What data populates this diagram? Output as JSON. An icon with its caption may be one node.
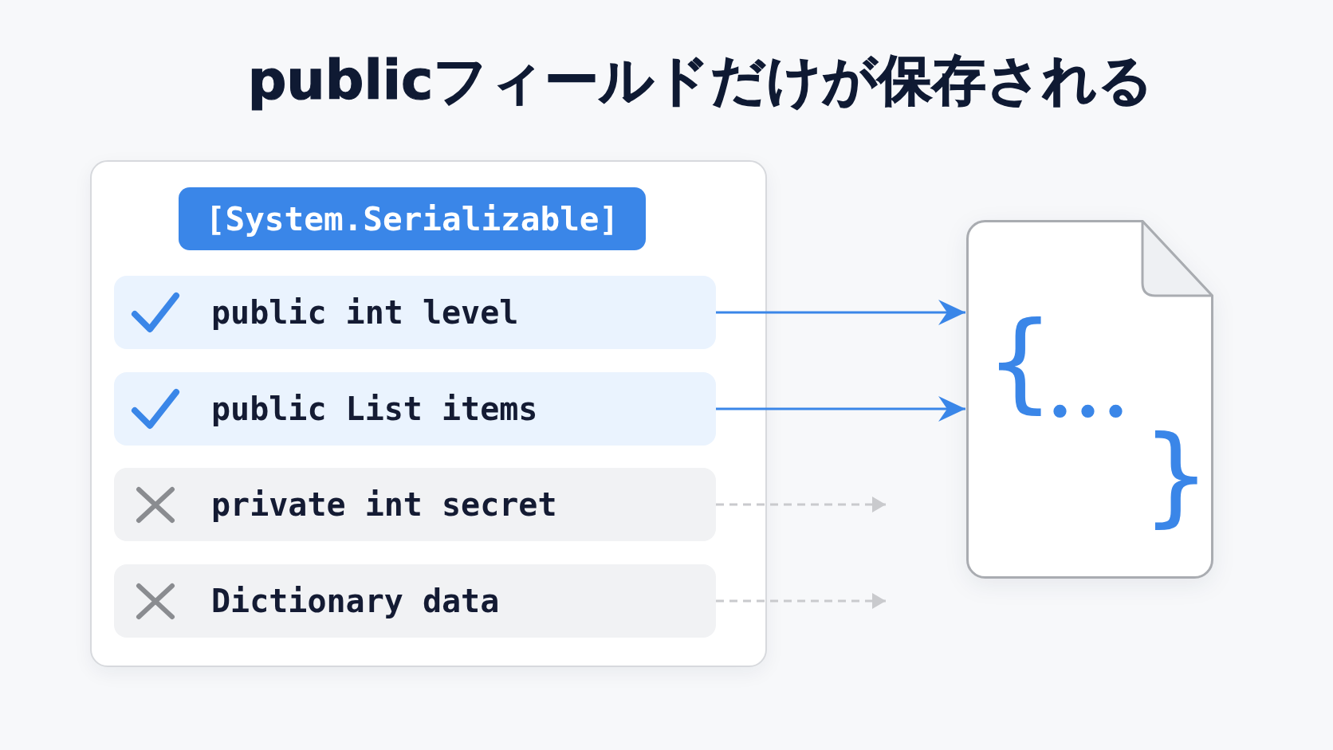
{
  "diagram": {
    "title": "publicフィールドだけが保存される",
    "nodes": [
      {
        "text": [],
        "shape": "box"
      },
      {
        "text": [
          "[System.Serializable]"
        ],
        "in": 0
      },
      {
        "text": [
          "public int level"
        ],
        "in": 0
      },
      {
        "text": [
          "public List items"
        ],
        "in": 0
      },
      {
        "text": [
          "private int secret"
        ],
        "in": 0
      },
      {
        "text": [
          "Dictionary data"
        ],
        "in": 0
      },
      {
        "text": [
          "{",
          "...",
          "}"
        ]
      }
    ],
    "edges": [
      {
        "from": 2,
        "to": 6,
        "arrow": "to"
      },
      {
        "from": 3,
        "to": 6,
        "arrow": "to"
      },
      {
        "from": 4,
        "to": null,
        "arrow": "to",
        "style": "dashed",
        "color": "#c9cacd"
      },
      {
        "from": 5,
        "to": null,
        "arrow": "to",
        "style": "dashed",
        "color": "#c9cacd"
      }
    ]
  }
}
